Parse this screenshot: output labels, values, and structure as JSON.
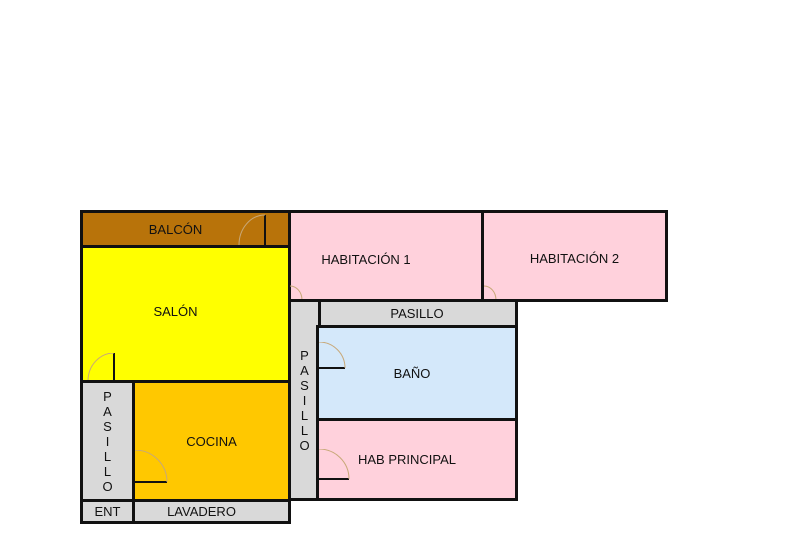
{
  "plan": {
    "colors": {
      "balcon": "#B8730A",
      "salon": "#FFFF00",
      "cocina": "#FFC800",
      "pasillo": "#D9D9D9",
      "habitacion": "#FFD1DC",
      "bano": "#D4E8FA",
      "wall": "#111111",
      "door_arc": "#C8A878"
    },
    "rooms": {
      "balcon": {
        "label": "BALCÓN"
      },
      "salon": {
        "label": "SALÓN"
      },
      "habitacion1": {
        "label": "HABITACIÓN 1"
      },
      "habitacion2": {
        "label": "HABITACIÓN 2"
      },
      "pasillo_top": {
        "label": "PASILLO"
      },
      "pasillo_center_vertical": {
        "letters": [
          "P",
          "A",
          "S",
          "I",
          "L",
          "L",
          "O"
        ]
      },
      "bano": {
        "label": "BAÑO"
      },
      "hab_principal": {
        "label": "HAB PRINCIPAL"
      },
      "pasillo_left_vertical": {
        "letters": [
          "P",
          "A",
          "S",
          "I",
          "L",
          "L",
          "O"
        ]
      },
      "cocina": {
        "label": "COCINA"
      },
      "ent": {
        "label": "ENT"
      },
      "lavadero": {
        "label": "LAVADERO"
      }
    }
  }
}
